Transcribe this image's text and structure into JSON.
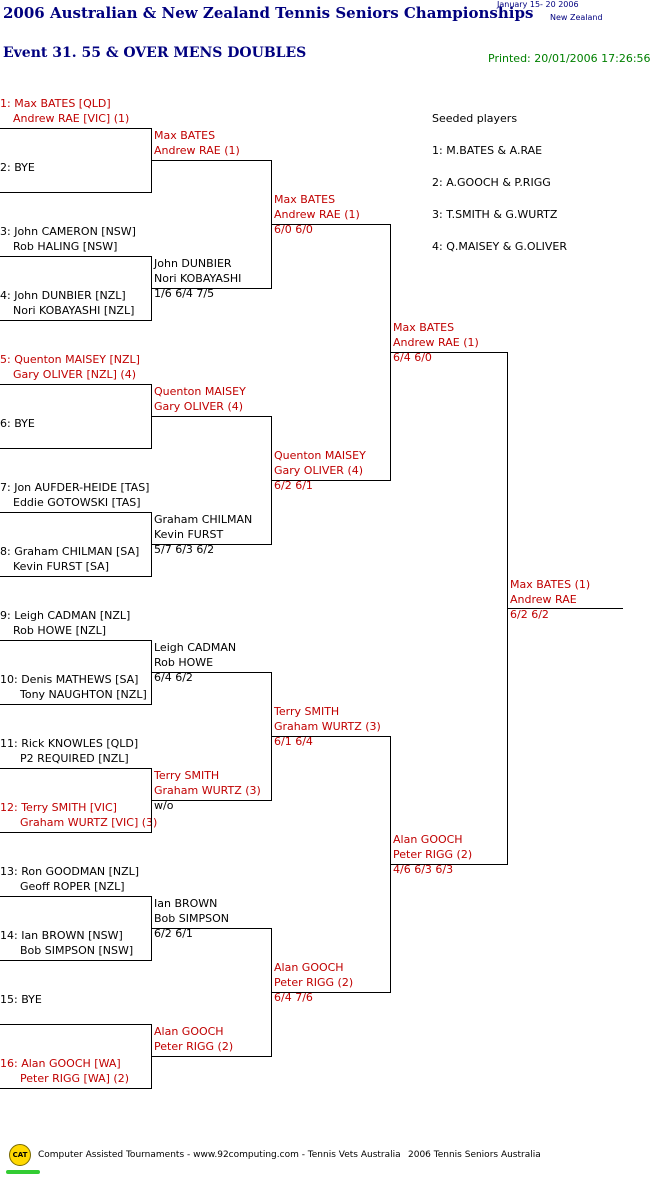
{
  "header": {
    "title": "2006 Australian & New Zealand Tennis Seniors Championships",
    "dates": "January  15- 20 2006",
    "location": "New Zealand",
    "event": "Event 31. 55 & OVER MENS DOUBLES",
    "printed": "Printed: 20/01/2006 17:26:56"
  },
  "seeds": {
    "heading": "Seeded players",
    "list": [
      "1: M.BATES & A.RAE",
      "2: A.GOOCH & P.RIGG",
      "3: T.SMITH & G.WURTZ",
      "4: Q.MAISEY & G.OLIVER"
    ]
  },
  "round1": [
    {
      "l1": "1: Max BATES [QLD]",
      "l2": "Andrew RAE [VIC] (1)",
      "seed": true
    },
    {
      "l1": "2: BYE",
      "l2": "",
      "seed": false
    },
    {
      "l1": "3: John CAMERON [NSW]",
      "l2": "Rob HALING [NSW]",
      "seed": false
    },
    {
      "l1": "4: John DUNBIER [NZL]",
      "l2": "Nori KOBAYASHI [NZL]",
      "seed": false
    },
    {
      "l1": "5: Quenton MAISEY [NZL]",
      "l2": "Gary OLIVER [NZL] (4)",
      "seed": true
    },
    {
      "l1": "6: BYE",
      "l2": "",
      "seed": false
    },
    {
      "l1": "7: Jon AUFDER-HEIDE [TAS]",
      "l2": "Eddie GOTOWSKI [TAS]",
      "seed": false
    },
    {
      "l1": "8: Graham CHILMAN [SA]",
      "l2": "Kevin FURST [SA]",
      "seed": false
    },
    {
      "l1": "9: Leigh CADMAN [NZL]",
      "l2": "Rob HOWE [NZL]",
      "seed": false
    },
    {
      "l1": "10: Denis MATHEWS [SA]",
      "l2": "Tony NAUGHTON [NZL]",
      "seed": false
    },
    {
      "l1": "11: Rick KNOWLES [QLD]",
      "l2": "P2 REQUIRED [NZL]",
      "seed": false
    },
    {
      "l1": "12: Terry SMITH [VIC]",
      "l2": "Graham WURTZ [VIC] (3)",
      "seed": true
    },
    {
      "l1": "13: Ron GOODMAN [NZL]",
      "l2": "Geoff ROPER [NZL]",
      "seed": false
    },
    {
      "l1": "14: Ian BROWN [NSW]",
      "l2": "Bob SIMPSON [NSW]",
      "seed": false
    },
    {
      "l1": "15: BYE",
      "l2": "",
      "seed": false
    },
    {
      "l1": "16: Alan GOOCH [WA]",
      "l2": "Peter RIGG [WA] (2)",
      "seed": true
    }
  ],
  "round2": [
    {
      "l1": "Max BATES",
      "l2": "Andrew RAE (1)",
      "score": "",
      "seed": true
    },
    {
      "l1": "John DUNBIER",
      "l2": "Nori KOBAYASHI",
      "score": "1/6 6/4 7/5",
      "seed": false
    },
    {
      "l1": "Quenton MAISEY",
      "l2": "Gary OLIVER (4)",
      "score": "",
      "seed": true
    },
    {
      "l1": "Graham CHILMAN",
      "l2": "Kevin FURST",
      "score": "5/7 6/3 6/2",
      "seed": false
    },
    {
      "l1": "Leigh CADMAN",
      "l2": "Rob HOWE",
      "score": "6/4 6/2",
      "seed": false
    },
    {
      "l1": "Terry SMITH",
      "l2": "Graham WURTZ (3)",
      "score": "w/o",
      "seed": true
    },
    {
      "l1": "Ian BROWN",
      "l2": "Bob SIMPSON",
      "score": "6/2 6/1",
      "seed": false
    },
    {
      "l1": "Alan GOOCH",
      "l2": "Peter RIGG (2)",
      "score": "",
      "seed": true
    }
  ],
  "round3": [
    {
      "l1": "Max BATES",
      "l2": "Andrew RAE (1)",
      "score": "6/0 6/0",
      "seed": true
    },
    {
      "l1": "Quenton MAISEY",
      "l2": "Gary OLIVER (4)",
      "score": "6/2 6/1",
      "seed": true
    },
    {
      "l1": "Terry SMITH",
      "l2": "Graham WURTZ (3)",
      "score": "6/1 6/4",
      "seed": true
    },
    {
      "l1": "Alan GOOCH",
      "l2": "Peter RIGG (2)",
      "score": "6/4 7/6",
      "seed": true
    }
  ],
  "round4": [
    {
      "l1": "Max BATES",
      "l2": "Andrew RAE (1)",
      "score": "6/4 6/0",
      "seed": true
    },
    {
      "l1": "Alan GOOCH",
      "l2": "Peter RIGG (2)",
      "score": "4/6 6/3 6/3",
      "seed": true
    }
  ],
  "final": {
    "l1": "Max BATES (1)",
    "l2": "Andrew RAE",
    "score": "6/2 6/2",
    "seed": true
  },
  "footer": {
    "logo": "CAT",
    "text": "Computer Assisted Tournaments - www.92computing.com -  Tennis Vets Australia",
    "right": "2006 Tennis Seniors Australia"
  },
  "colors": {
    "seed": "#c00000",
    "title": "#00007f",
    "printed": "#008000",
    "logo": "#ffd800"
  }
}
